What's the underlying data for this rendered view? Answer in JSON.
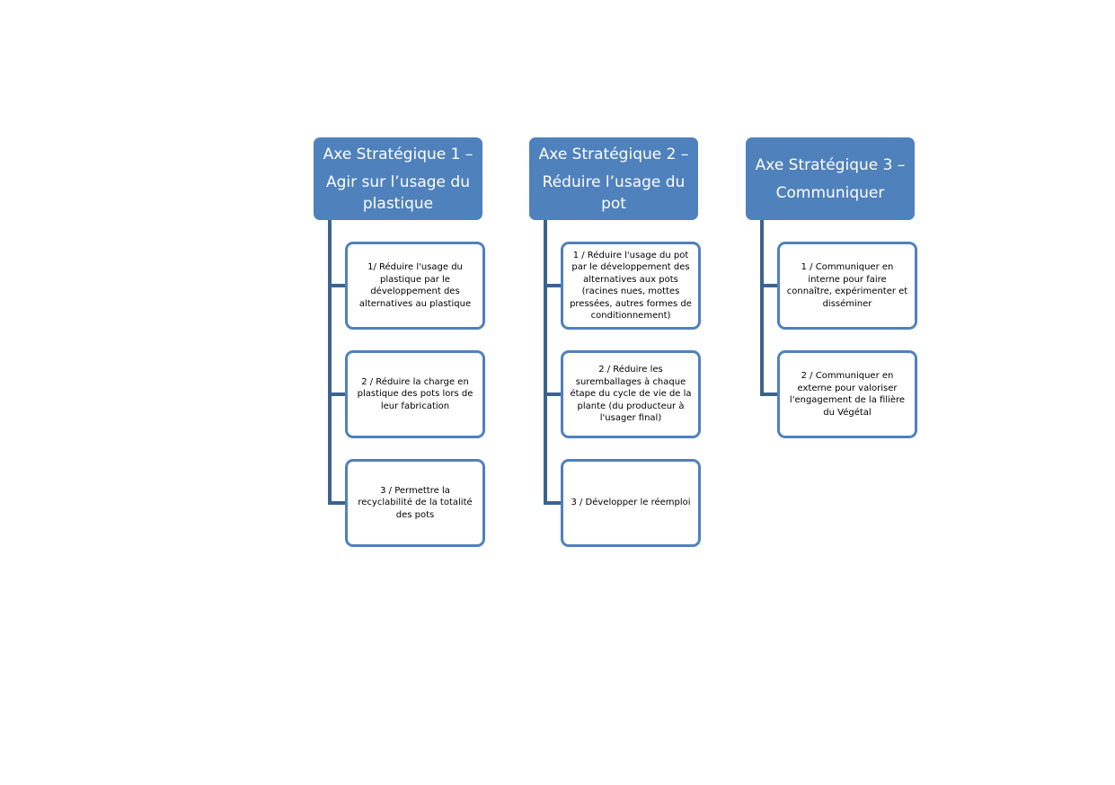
{
  "colors": {
    "header_fill": "#4f81bd",
    "connector": "#3b6391",
    "box_border": "#4f81bd"
  },
  "axes": [
    {
      "title_line1": "Axe Stratégique 1 –",
      "title_line2": "Agir sur l’usage du plastique",
      "items": [
        "1/ Réduire l'usage du plastique par le développement des alternatives au plastique",
        "2 / Réduire la charge en plastique des pots lors de leur fabrication",
        "3 / Permettre la recyclabilité de la totalité des pots"
      ]
    },
    {
      "title_line1": "Axe Stratégique 2 –",
      "title_line2": "Réduire l’usage du pot",
      "items": [
        "1 / Réduire l'usage du pot par le développement des alternatives aux pots (racines nues, mottes pressées, autres formes de conditionnement)",
        "2 / Réduire les suremballages à chaque étape du cycle de vie de la plante (du producteur à l'usager final)",
        "3 / Développer le réemploi"
      ]
    },
    {
      "title_line1": "Axe Stratégique 3 –",
      "title_line2": "Communiquer",
      "items": [
        "1 / Communiquer en interne pour faire connaître, expérimenter et disséminer",
        "2 / Communiquer en externe pour valoriser l'engagement de la filière du Végétal"
      ]
    }
  ]
}
